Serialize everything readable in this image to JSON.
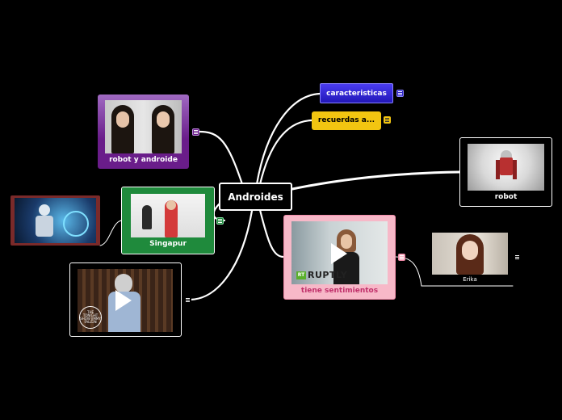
{
  "central": {
    "label": "Androides"
  },
  "nodes": {
    "caracteristicas": {
      "label": "caracteristicas",
      "color": "#2f25c9"
    },
    "recuerdas": {
      "label": "recuerdas a...",
      "color": "#f2c511"
    },
    "robot": {
      "label": "robot"
    },
    "robot_y_androide": {
      "label": "robot y androide",
      "color": "#6a1d8a"
    },
    "singapur": {
      "label": "Singapur",
      "color": "#1f8a3c"
    },
    "tiene_sentimientos": {
      "label": "tiene sentimientos",
      "color": "#f7b8c8",
      "text_color": "#c0306a"
    },
    "erika": {
      "label": "Erika"
    },
    "video_host": {
      "watermark": "RUPTLY",
      "badge": "RT"
    },
    "tonight_show": {
      "logo": "THE TONIGHT SHOW JIMMY FALLON"
    }
  },
  "icons": [
    "note-icon",
    "play-icon"
  ]
}
